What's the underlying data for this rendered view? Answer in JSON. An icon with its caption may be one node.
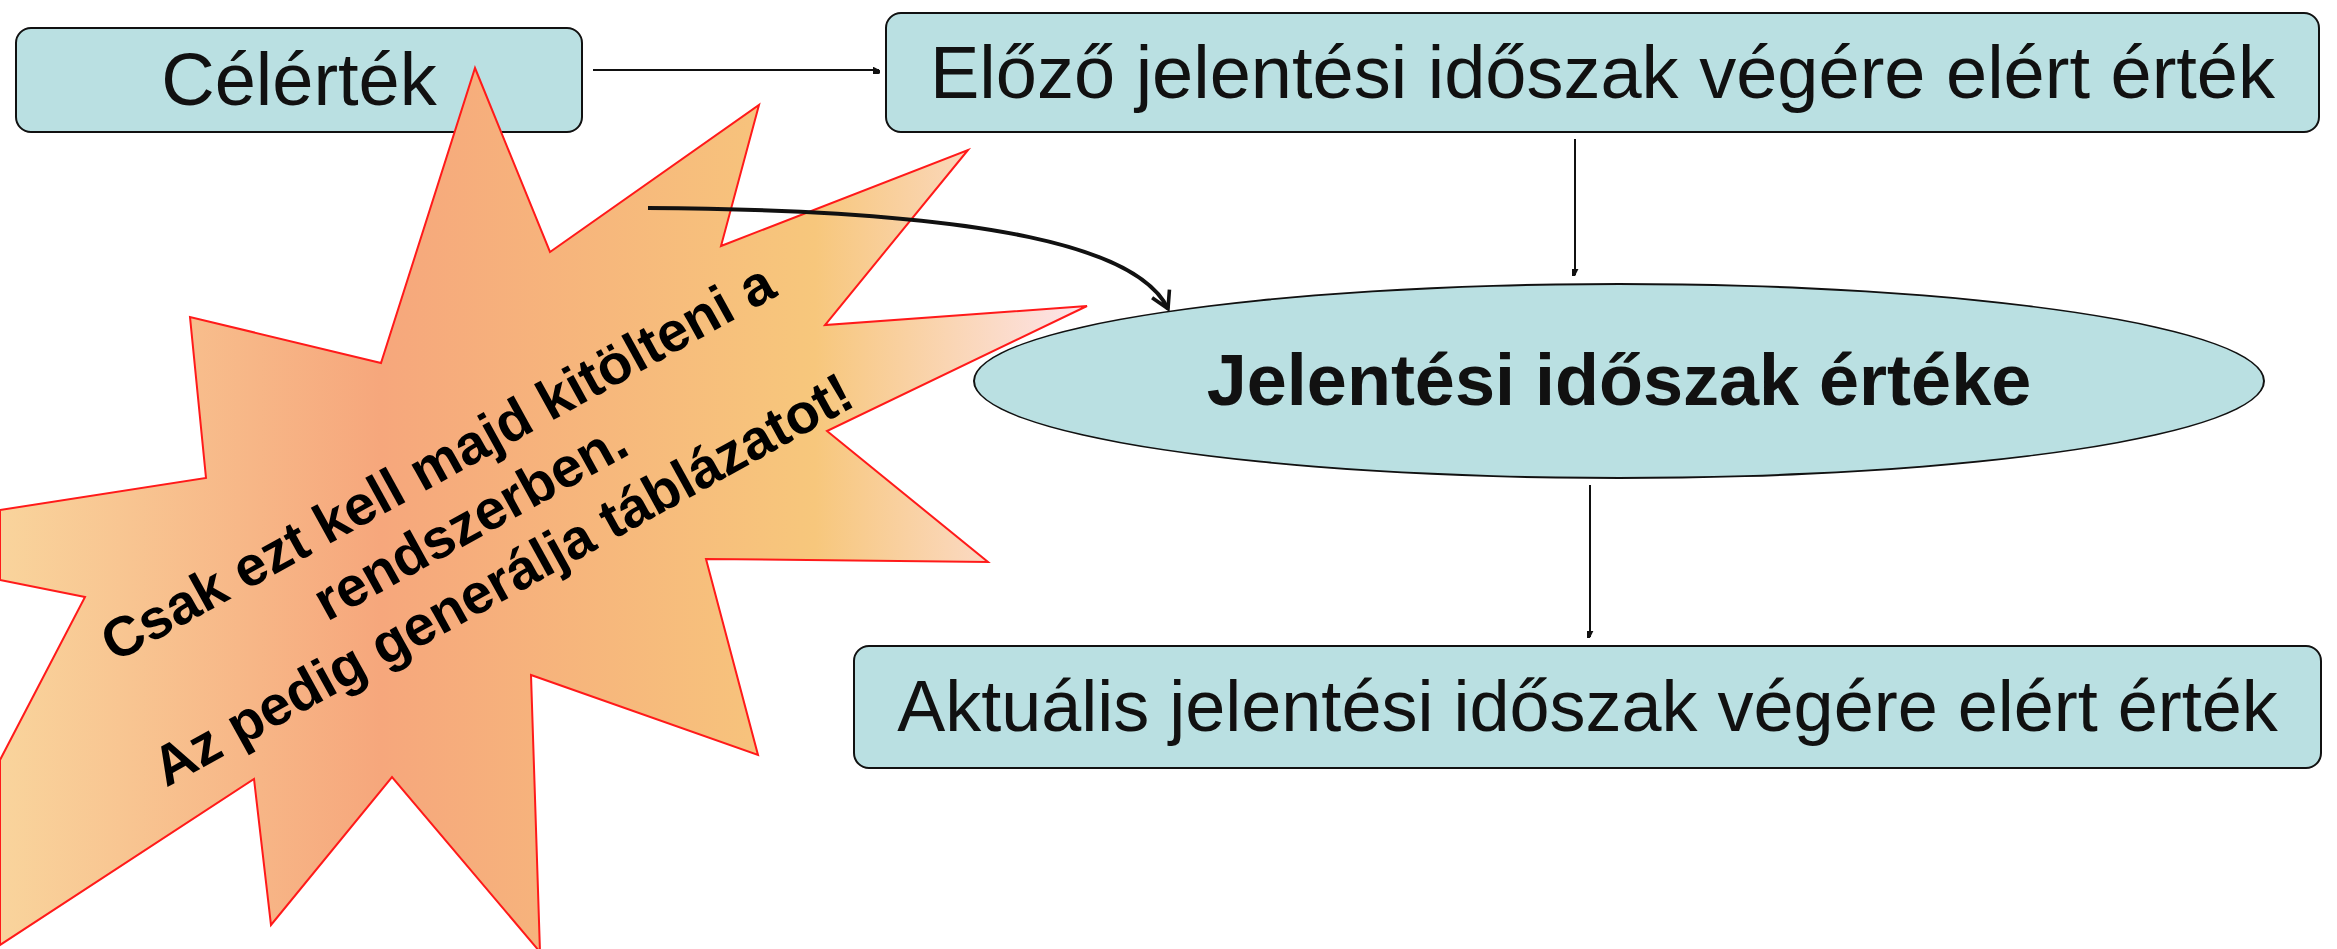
{
  "diagram": {
    "nodes": [
      {
        "text": [
          "Célérték"
        ]
      },
      {
        "text": [
          "Előző jelentési időszak végére elért érték"
        ]
      },
      {
        "text": [
          "Jelentési időszak értéke"
        ]
      },
      {
        "text": [
          "Aktuális jelentési időszak végére elért érték"
        ]
      },
      {
        "text": [
          "Csak ezt kell majd kitölteni a rendszerben.",
          "Az pedig generálja táblázatot!"
        ]
      }
    ],
    "edges": [
      {
        "from": 0,
        "to": 1,
        "arrow": "to"
      },
      {
        "from": 1,
        "to": 2,
        "arrow": "to"
      },
      {
        "from": 2,
        "to": 3,
        "arrow": "to"
      },
      {
        "from": 4,
        "to": 2,
        "arrow": "to"
      }
    ]
  }
}
